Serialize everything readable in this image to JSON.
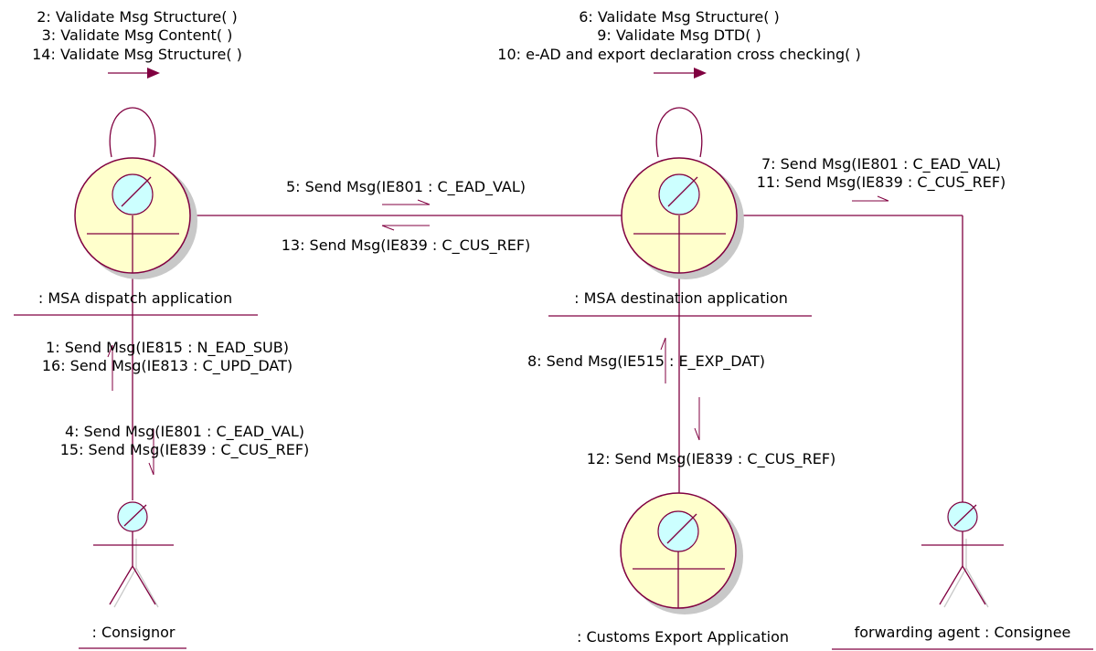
{
  "diagram": {
    "objects": {
      "dispatch": ": MSA dispatch application",
      "destination": ": MSA destination application",
      "consignor": ": Consignor",
      "customs": ": Customs Export Application",
      "consignee": "forwarding agent : Consignee"
    },
    "messages": {
      "m2": "2: Validate Msg Structure( )",
      "m3": "3: Validate Msg Content( )",
      "m14": "14: Validate Msg Structure( )",
      "m6": "6: Validate Msg Structure( )",
      "m9": "9: Validate Msg DTD( )",
      "m10": "10: e-AD and export declaration cross checking( )",
      "m5": "5: Send Msg(IE801 : C_EAD_VAL)",
      "m13": "13: Send Msg(IE839 : C_CUS_REF)",
      "m7": "7: Send Msg(IE801 : C_EAD_VAL)",
      "m11": "11: Send Msg(IE839 : C_CUS_REF)",
      "m1": "1: Send Msg(IE815 : N_EAD_SUB)",
      "m16": "16: Send Msg(IE813 : C_UPD_DAT)",
      "m4": "4: Send Msg(IE801 : C_EAD_VAL)",
      "m15": "15: Send Msg(IE839 : C_CUS_REF)",
      "m8": "8: Send Msg(IE515 : E_EXP_DAT)",
      "m12": "12: Send Msg(IE839 : C_CUS_REF)"
    }
  }
}
